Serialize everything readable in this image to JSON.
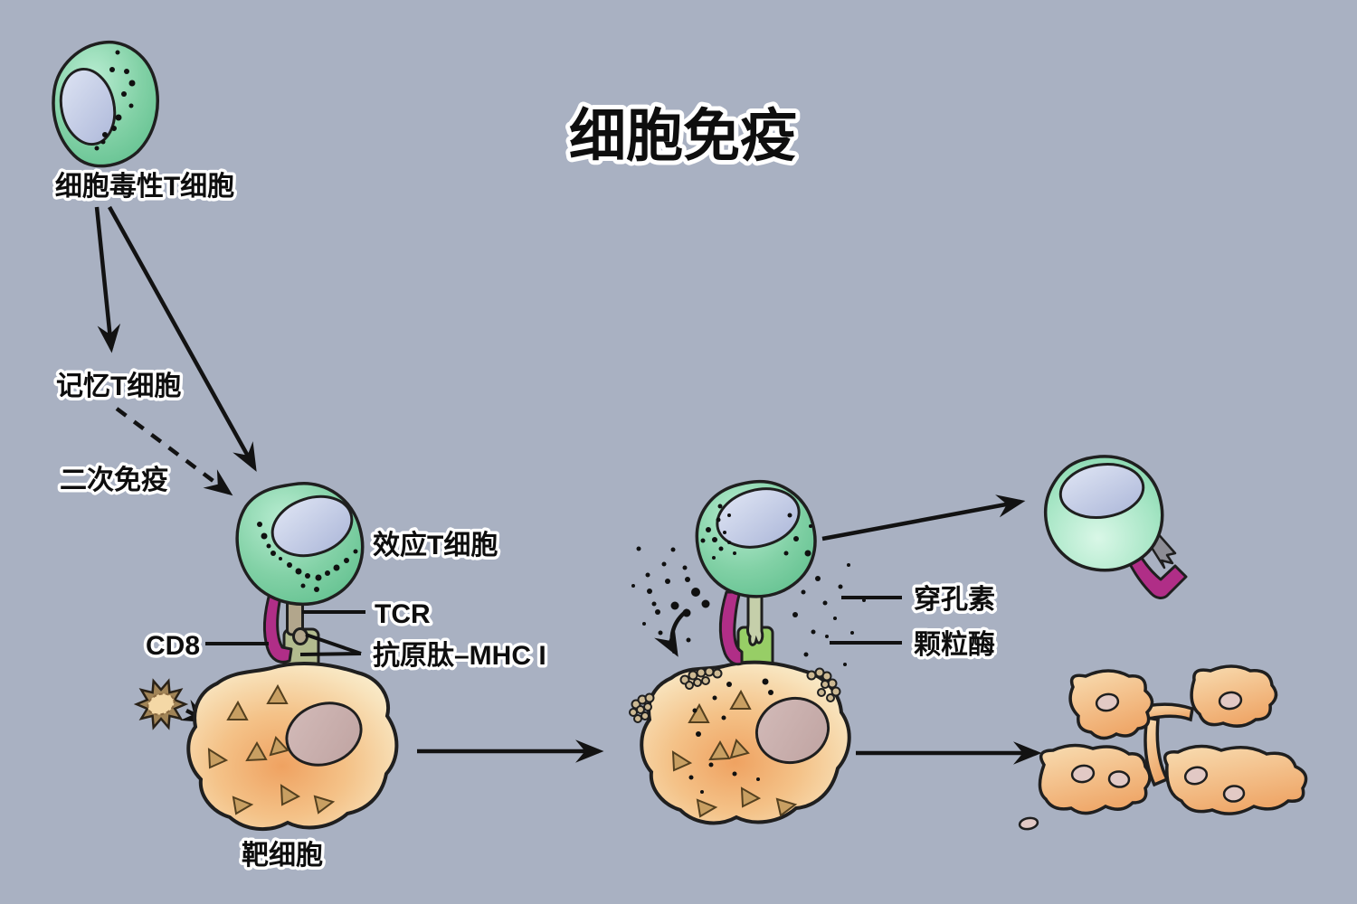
{
  "title": "细胞免疫",
  "labels": {
    "cytotoxic_t_cell": "细胞毒性T细胞",
    "memory_t_cell": "记忆T细胞",
    "secondary_immunity": "二次免疫",
    "effector_t_cell": "效应T细胞",
    "tcr": "TCR",
    "cd8": "CD8",
    "antigen_peptide_mhc1": "抗原肽–MHC I",
    "perforin": "穿孔素",
    "granzyme": "颗粒酶",
    "target_cell": "靶细胞"
  },
  "colors": {
    "background": "#a9b1c2",
    "t_cell_green": "#7fcfa3",
    "t_cell_green_light": "#9fe2c0",
    "nucleus_lavender": "#c3cce4",
    "target_cell_orange": "#f3bc82",
    "target_cell_nucleus": "#c8aeac",
    "cd8_magenta": "#b02e87",
    "mhc_olive": "#b2bb8e",
    "mhc_green": "#97ce66",
    "tcr_stalk_tan": "#b2a68c",
    "tcr_stalk_gray": "#8d8d95",
    "antigen_triangle": "#c89f62",
    "outline": "#1f1f1f",
    "label_text": "#0e0e0e",
    "label_halo": "#ffffff"
  }
}
